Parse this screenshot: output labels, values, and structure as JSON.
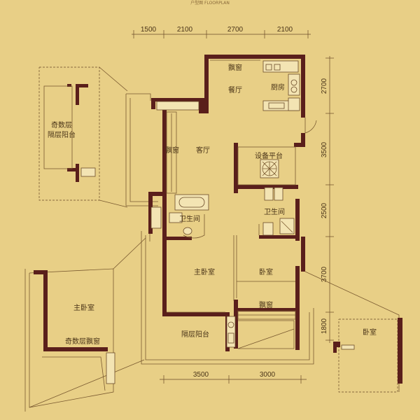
{
  "header": {
    "caption": "户型图 FLOORPLAN"
  },
  "dimensions": {
    "top": [
      "1500",
      "2100",
      "2700",
      "2100"
    ],
    "right": [
      "2700",
      "3500",
      "2500",
      "3700",
      "1800"
    ],
    "bottom": [
      "3500",
      "3000"
    ]
  },
  "rooms": {
    "bay_window_dining": "飘窗",
    "dining": "餐厅",
    "kitchen": "厨房",
    "bay_window_living": "飘窗",
    "living": "客厅",
    "equipment_platform": "设备平台",
    "bath_main": "卫生间",
    "bath_second": "卫生间",
    "master_bedroom": "主卧室",
    "bedroom": "卧室",
    "bay_window_bedroom": "飘窗",
    "balcony": "隔层阳台"
  },
  "insets": {
    "odd_balcony_line1": "奇数层",
    "odd_balcony_line2": "隔层阳台",
    "master_bedroom_alt": "主卧室",
    "odd_bay_window": "奇数层飘窗",
    "bedroom_alt": "卧室"
  },
  "colors": {
    "background": "#e8cf86",
    "wall": "#5a1f1b",
    "text": "#4a3418"
  }
}
